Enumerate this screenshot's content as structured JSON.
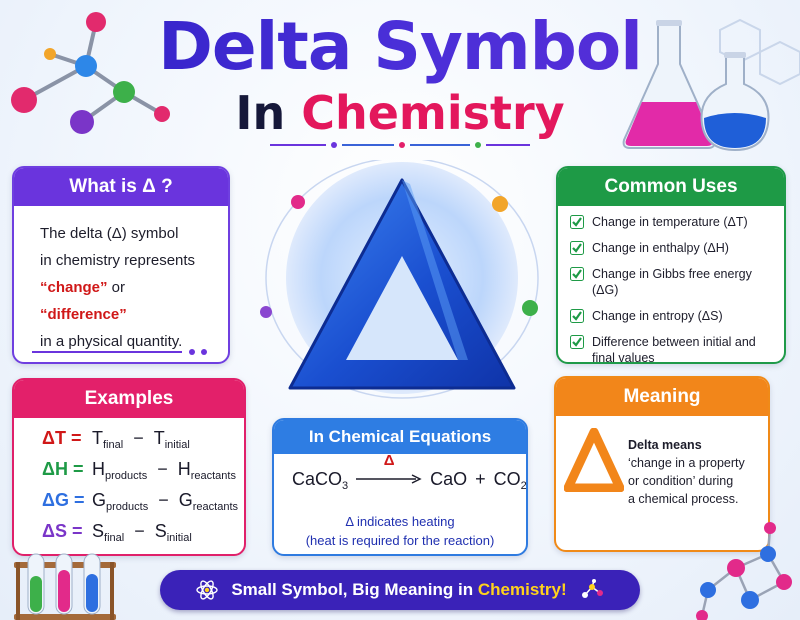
{
  "title": {
    "line1": "Delta Symbol",
    "line2a": "In",
    "line2b": "Chemistry"
  },
  "what": {
    "heading": "What is Δ ?",
    "line1": "The delta (Δ) symbol",
    "line2": "in chemistry represents",
    "q1": "“change”",
    "or": " or ",
    "q2": "“difference”",
    "line4": "in a physical quantity."
  },
  "uses": {
    "heading": "Common Uses",
    "items": [
      "Change in temperature (ΔT)",
      "Change in enthalpy (ΔH)",
      "Change in Gibbs free energy (ΔG)",
      "Change in entropy (ΔS)",
      "Difference between initial and final values"
    ]
  },
  "examples": {
    "heading": "Examples",
    "rows": [
      {
        "lhs": "ΔT",
        "eq": "=",
        "a": "T",
        "asub": "final",
        "minus": "−",
        "b": "T",
        "bsub": "initial"
      },
      {
        "lhs": "ΔH",
        "eq": "=",
        "a": "H",
        "asub": "products",
        "minus": "−",
        "b": "H",
        "bsub": "reactants"
      },
      {
        "lhs": "ΔG",
        "eq": "=",
        "a": "G",
        "asub": "products",
        "minus": "−",
        "b": "G",
        "bsub": "reactants"
      },
      {
        "lhs": "ΔS",
        "eq": "=",
        "a": "S",
        "asub": "final",
        "minus": "−",
        "b": "S",
        "bsub": "initial"
      }
    ]
  },
  "equation": {
    "heading": "In Chemical Equations",
    "reactant": "CaCO",
    "reactant_sub": "3",
    "arrow_label": "Δ",
    "product1": "CaO",
    "plus": "+",
    "product2": "CO",
    "product2_sub": "2",
    "note1": "Δ indicates heating",
    "note2": "(heat is required for the reaction)"
  },
  "meaning": {
    "heading": "Meaning",
    "line1": "Delta means",
    "line2": "‘change in a property",
    "line3": "or condition’ during",
    "line4": "a chemical process."
  },
  "banner": {
    "text": "Small Symbol, Big Meaning in ",
    "highlight": "Chemistry!"
  },
  "colors": {
    "purple": "#6a34dd",
    "green": "#1e9a46",
    "pink": "#e3206a",
    "blue": "#2e7de3",
    "orange": "#f2861a",
    "navy": "#3a22b8",
    "red": "#d01818"
  },
  "icons": [
    "molecule-icon",
    "flask-icon",
    "delta-triangle-icon",
    "check-icon",
    "atom-icon",
    "test-tubes-icon"
  ]
}
